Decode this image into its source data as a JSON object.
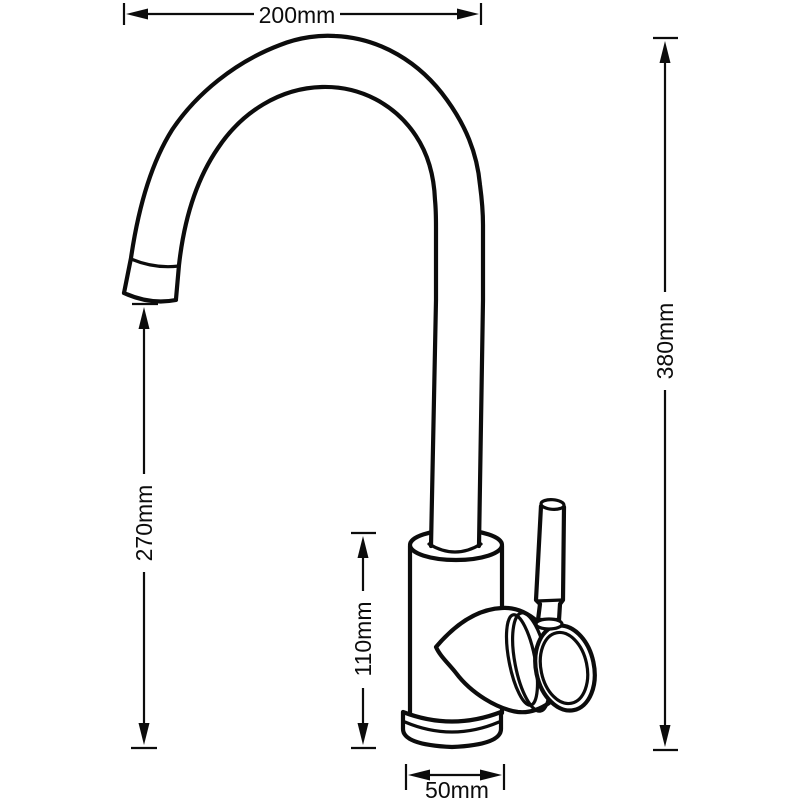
{
  "meta": {
    "background": "#ffffff",
    "ink": "#0c0c0c",
    "drawing_subject": "kitchen-faucet-outline"
  },
  "dimensions": {
    "spout_reach": {
      "label": "200mm",
      "orientation": "horizontal",
      "position": "top"
    },
    "overall_height": {
      "label": "380mm",
      "orientation": "vertical",
      "position": "right"
    },
    "spout_clearance": {
      "label": "270mm",
      "orientation": "vertical",
      "position": "left"
    },
    "body_height": {
      "label": "110mm",
      "orientation": "vertical",
      "position": "middle"
    },
    "base_width": {
      "label": "50mm",
      "orientation": "horizontal",
      "position": "bottom"
    }
  }
}
